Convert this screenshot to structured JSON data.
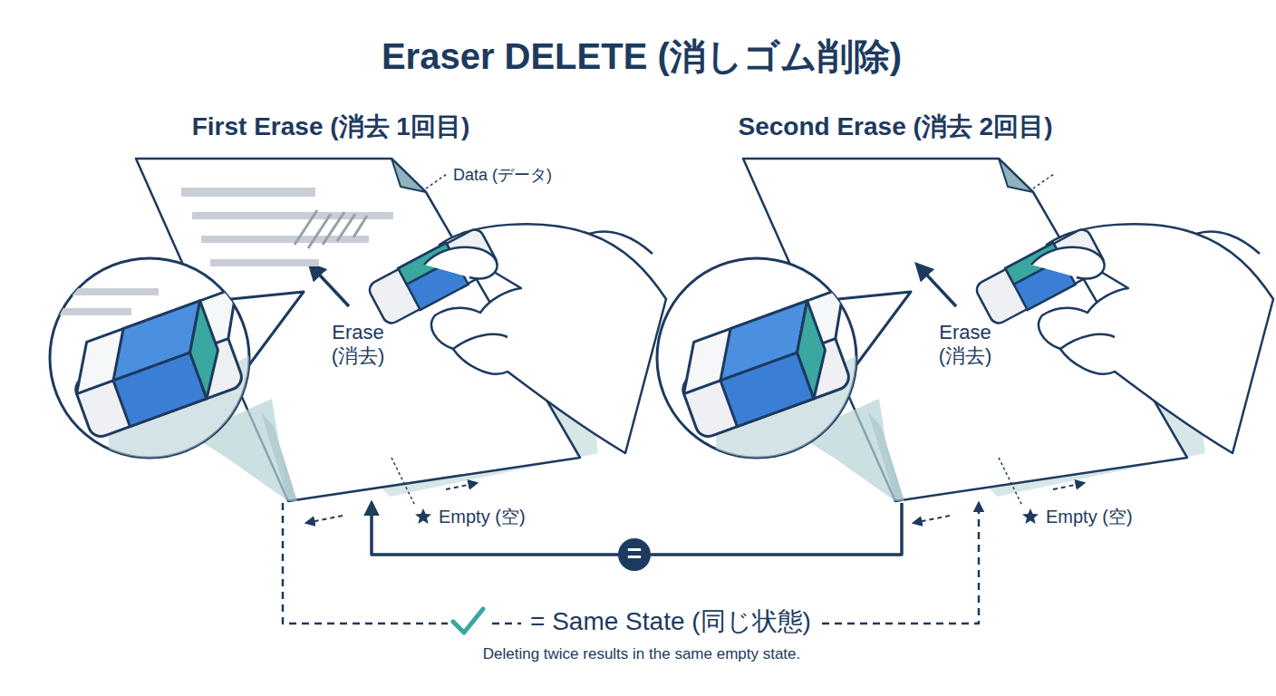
{
  "diagram": {
    "title": "Eraser DELETE (消しゴム削除)",
    "caption": "Deleting twice results in the same empty state.",
    "nodes": [
      {
        "text": [
          "Erase (消去)"
        ]
      },
      {
        "text": [
          "Erase (消去)"
        ]
      }
    ],
    "edges": [
      {
        "from": 1,
        "to": 0,
        "label": "=",
        "arrow": "to"
      },
      {
        "from": 0,
        "to": 1,
        "label": "= Same State (同じ状態)",
        "arrow": "to"
      }
    ],
    "labels": [
      "First Erase (消去 1回目)",
      "Second Erase (消去 2回目)",
      "Data (データ)",
      "Empty (空)",
      "Empty (空)"
    ]
  }
}
